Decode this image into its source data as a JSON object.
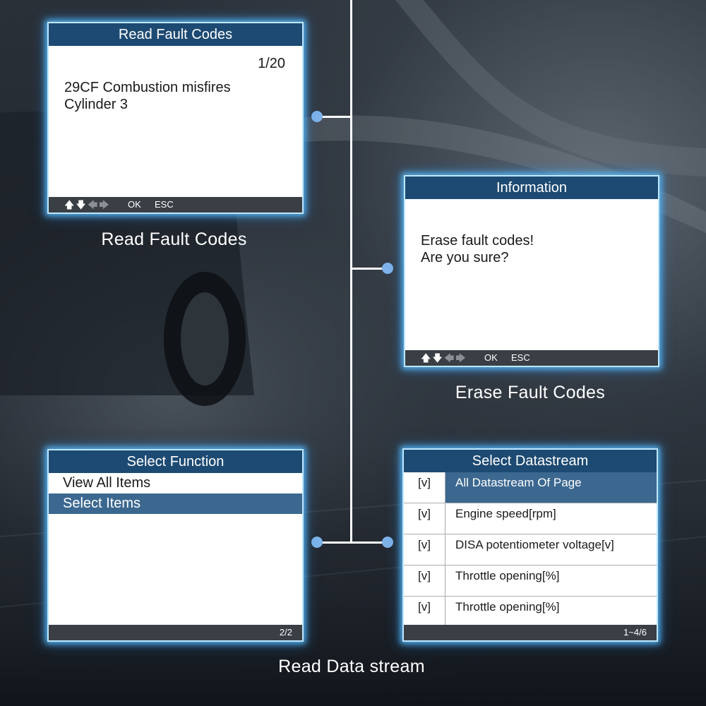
{
  "colors": {
    "title_bar": "#1d4a72",
    "selection": "#3c6890",
    "footer": "#3a3f45",
    "connector_dot": "#7fb3ea",
    "screen_glow": "#5abeff"
  },
  "read_fault_codes": {
    "title": "Read Fault Codes",
    "counter": "1/20",
    "line1": "29CF Combustion misfires",
    "line2": "Cylinder 3",
    "footer": {
      "nav_icons": [
        "arrow-up-icon",
        "arrow-down-icon",
        "arrow-left-icon",
        "arrow-right-icon"
      ],
      "ok": "OK",
      "esc": "ESC"
    },
    "caption": "Read Fault Codes"
  },
  "information": {
    "title": "Information",
    "line1": "Erase fault codes!",
    "line2": "Are you sure?",
    "footer": {
      "nav_icons": [
        "arrow-up-icon",
        "arrow-down-icon",
        "arrow-left-icon",
        "arrow-right-icon"
      ],
      "ok": "OK",
      "esc": "ESC"
    },
    "caption": "Erase Fault Codes"
  },
  "select_function": {
    "title": "Select Function",
    "items": [
      {
        "label": "View All Items",
        "selected": false
      },
      {
        "label": "Select Items",
        "selected": true
      }
    ],
    "page": "2/2"
  },
  "select_datastream": {
    "title": "Select Datastream",
    "rows": [
      {
        "check": "[v]",
        "label": "All Datastream Of Page",
        "selected": true
      },
      {
        "check": "[v]",
        "label": "Engine speed[rpm]",
        "selected": false
      },
      {
        "check": "[v]",
        "label": "DISA potentiometer voltage[v]",
        "selected": false
      },
      {
        "check": "[v]",
        "label": "Throttle opening[%]",
        "selected": false
      },
      {
        "check": "[v]",
        "label": "Throttle opening[%]",
        "selected": false
      }
    ],
    "page": "1~4/6"
  },
  "bottom_caption": "Read Data stream"
}
